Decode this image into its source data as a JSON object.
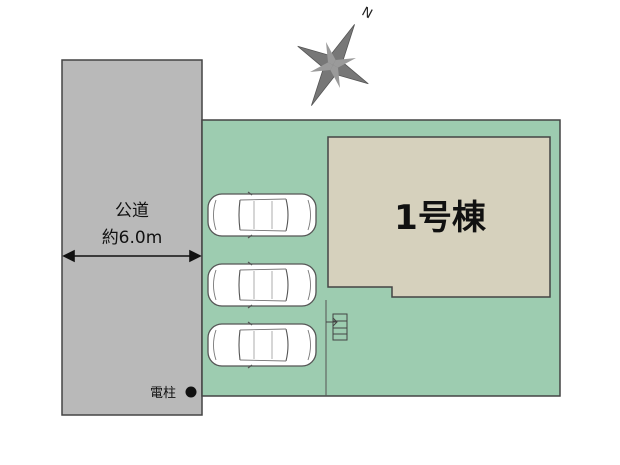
{
  "road": {
    "name": "公道",
    "width": "約6.0m"
  },
  "building": {
    "label": "1号棟"
  },
  "utility_pole": {
    "label": "電柱"
  },
  "compass": {
    "north": "N"
  },
  "parking": {
    "car_count": 3
  },
  "colors": {
    "road": "#b9b9b9",
    "site": "#9dccb0",
    "building": "#d6d1bd",
    "outline": "#444444"
  }
}
